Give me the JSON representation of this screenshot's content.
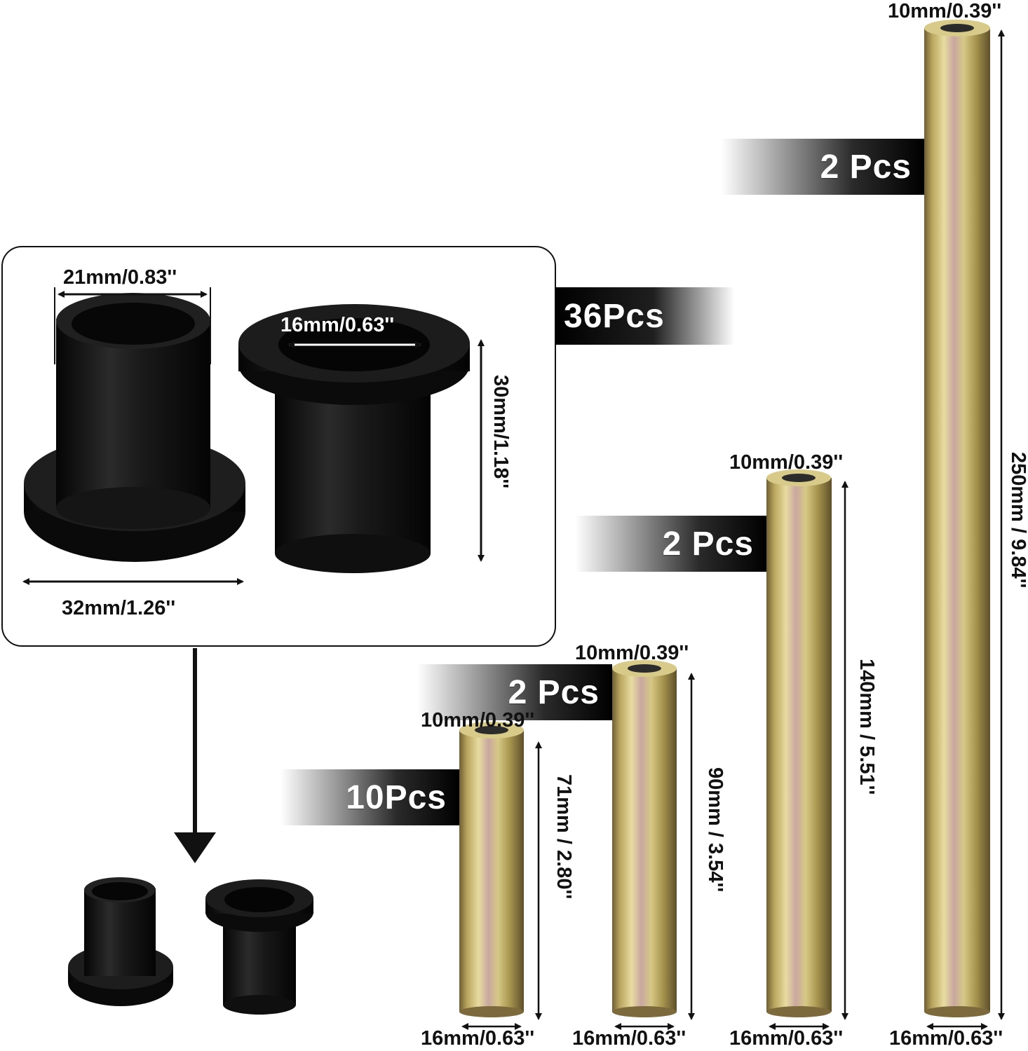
{
  "colors": {
    "tube_light": "#e6d99a",
    "tube_mid": "#b8a860",
    "tube_dark": "#7d6a3c",
    "tube_tint": "#c9a7a0",
    "bushing": "#141414",
    "panel_border": "#111111"
  },
  "bushing_panel": {
    "top_width": "21mm/0.83''",
    "inner_diameter": "16mm/0.63''",
    "height": "30mm/1.18''",
    "flange_width": "32mm/1.26''",
    "quantity": "36Pcs"
  },
  "tubes": [
    {
      "quantity": "10Pcs",
      "inner": "10mm/0.39''",
      "outer": "16mm/0.63''",
      "length": "71mm / 2.80''"
    },
    {
      "quantity": "2 Pcs",
      "inner": "10mm/0.39''",
      "outer": "16mm/0.63''",
      "length": "90mm / 3.54''"
    },
    {
      "quantity": "2 Pcs",
      "inner": "10mm/0.39''",
      "outer": "16mm/0.63''",
      "length": "140mm / 5.51''"
    },
    {
      "quantity": "2 Pcs",
      "inner": "10mm/0.39''",
      "outer": "16mm/0.63''",
      "length": "250mm / 9.84''"
    }
  ],
  "icons": [
    "down-arrow-icon",
    "dimension-arrow-icon"
  ]
}
